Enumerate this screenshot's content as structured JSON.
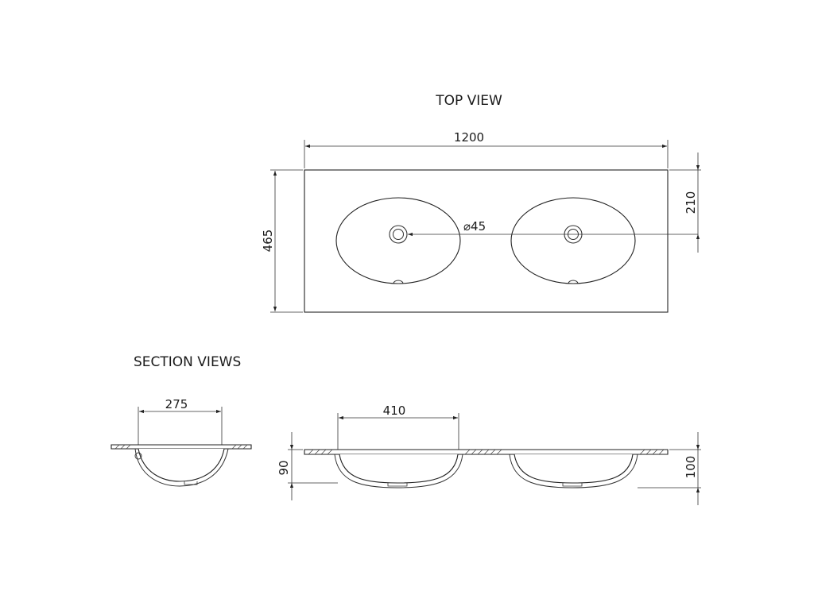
{
  "headings": {
    "top_view": "TOP VIEW",
    "section_views": "SECTION VIEWS"
  },
  "dimensions": {
    "overall_width": "1200",
    "overall_depth": "465",
    "bowl_offset": "210",
    "waste_diameter": "⌀45",
    "small_section_width": "275",
    "basin_width": "410",
    "basin_depth": "90",
    "overall_height": "100"
  }
}
